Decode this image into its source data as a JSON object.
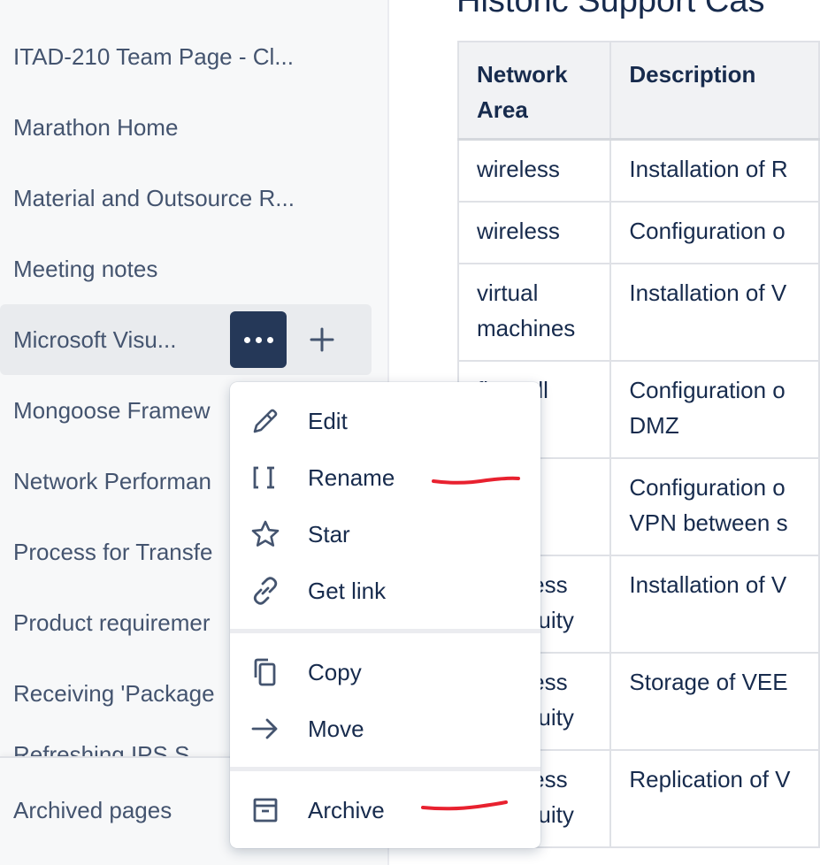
{
  "sidebar": {
    "items": [
      {
        "label": "ITAD-210 Team Page - Cl..."
      },
      {
        "label": "Marathon Home"
      },
      {
        "label": "Material and Outsource R..."
      },
      {
        "label": "Meeting notes"
      },
      {
        "label": "Microsoft Visu..."
      },
      {
        "label": "Mongoose Framew"
      },
      {
        "label": "Network Performan"
      },
      {
        "label": "Process for Transfe"
      },
      {
        "label": "Product requiremer"
      },
      {
        "label": "Receiving 'Package"
      }
    ],
    "partial_item": "Refreshing IPS S",
    "footer_link": "Archived pages",
    "more_icon": "more-horizontal-icon",
    "add_icon": "plus-icon"
  },
  "main": {
    "heading": "Historic Support Cas",
    "table": {
      "headers": [
        "Network Area",
        "Description"
      ],
      "rows": [
        {
          "area": "wireless",
          "desc": "Installation of R"
        },
        {
          "area": "wireless",
          "desc": "Configuration o"
        },
        {
          "area": "virtual machines",
          "desc": "Installation of V"
        },
        {
          "area": "firewall",
          "desc": "Configuration o DMZ"
        },
        {
          "area": "",
          "desc": "Configuration o VPN between s"
        },
        {
          "area": "business continuity",
          "desc": "Installation of V"
        },
        {
          "area": "business continuity",
          "desc": "Storage of VEE"
        },
        {
          "area": "business continuity",
          "desc": "Replication of V"
        }
      ]
    }
  },
  "context_menu": {
    "items": [
      {
        "label": "Edit",
        "icon": "pencil-icon"
      },
      {
        "label": "Rename",
        "icon": "rename-cursor-icon"
      },
      {
        "label": "Star",
        "icon": "star-icon"
      },
      {
        "label": "Get link",
        "icon": "link-icon"
      },
      {
        "label": "Copy",
        "icon": "copy-icon"
      },
      {
        "label": "Move",
        "icon": "arrow-right-icon"
      },
      {
        "label": "Archive",
        "icon": "archive-box-icon"
      }
    ]
  },
  "colors": {
    "sidebar_bg": "#f7f8f9",
    "active_row_bg": "#e9ebee",
    "more_button_bg": "#253858",
    "text_primary": "#172b4d",
    "text_secondary": "#44546f",
    "annotation_red": "#e8212f"
  }
}
